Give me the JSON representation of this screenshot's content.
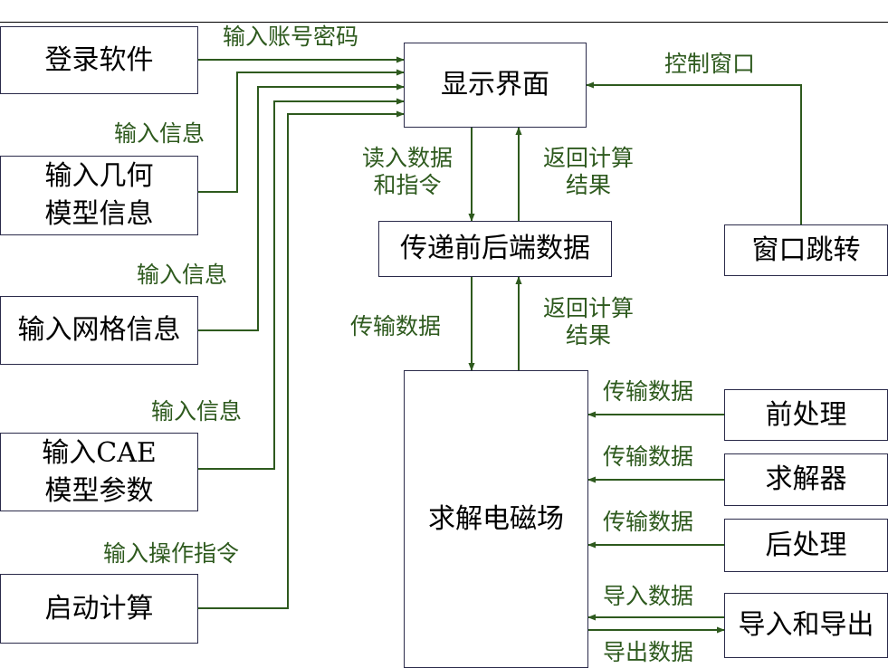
{
  "colors": {
    "arrow": "#2e5a1e",
    "label": "#2e5a1e",
    "box_border": "#2a2a4a",
    "text": "#000000"
  },
  "boxes": {
    "login": "登录软件",
    "geometry": [
      "输入几何",
      "模型信息"
    ],
    "mesh": "输入网格信息",
    "cae": [
      "输入CAE",
      "模型参数"
    ],
    "start": "启动计算",
    "display": "显示界面",
    "transfer": "传递前后端数据",
    "window": "窗口跳转",
    "solver_main": "求解电磁场",
    "preprocess": "前处理",
    "solver": "求解器",
    "postprocess": "后处理",
    "import_export": "导入和导出"
  },
  "labels": {
    "account": "输入账号密码",
    "info1": "输入信息",
    "info2": "输入信息",
    "info3": "输入信息",
    "operate": "输入操作指令",
    "control": "控制窗口",
    "read": [
      "读入数据",
      "和指令"
    ],
    "return1": [
      "返回计算",
      "结果"
    ],
    "transmit": "传输数据",
    "return2": [
      "返回计算",
      "结果"
    ],
    "transmit_pre": "传输数据",
    "transmit_solver": "传输数据",
    "transmit_post": "传输数据",
    "import": "导入数据",
    "export": "导出数据"
  }
}
